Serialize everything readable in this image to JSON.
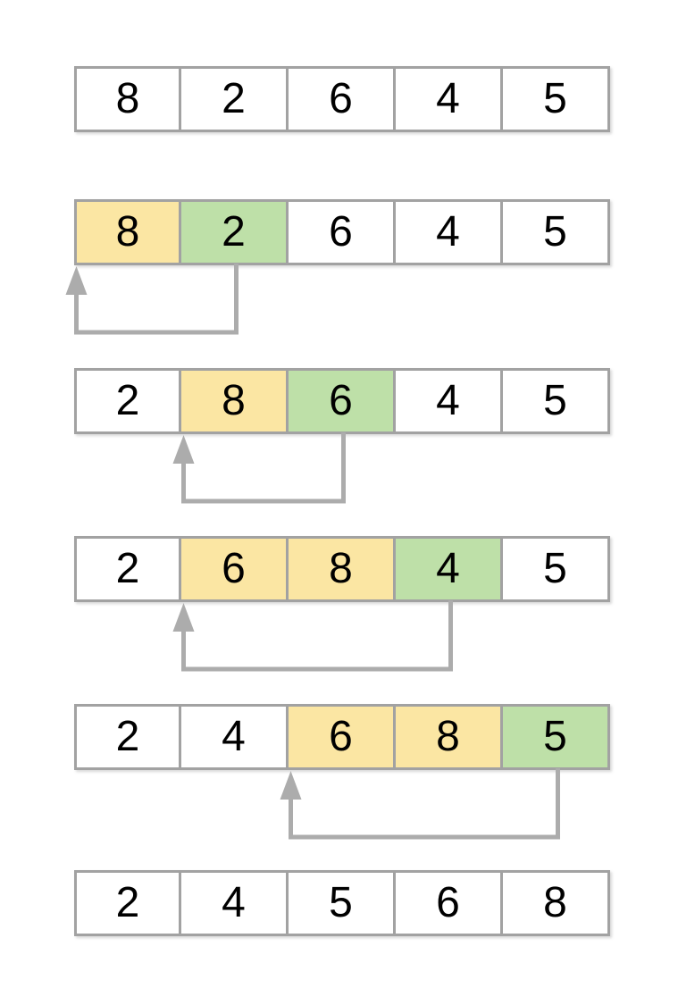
{
  "diagram": {
    "type": "insertion-sort-steps",
    "background": "#ffffff",
    "colors": {
      "cell_default": "#ffffff",
      "cell_shifted": "#fbe6a3",
      "cell_key": "#bee0a8",
      "border": "#a2a2a2",
      "arrow": "#acacac",
      "text": "#000000"
    },
    "rows": [
      {
        "values": [
          "8",
          "2",
          "6",
          "4",
          "5"
        ],
        "highlights": [
          null,
          null,
          null,
          null,
          null
        ],
        "arrow": null
      },
      {
        "values": [
          "8",
          "2",
          "6",
          "4",
          "5"
        ],
        "highlights": [
          "shifted",
          "key",
          null,
          null,
          null
        ],
        "arrow": {
          "from_index": 1,
          "to_index": 0
        }
      },
      {
        "values": [
          "2",
          "8",
          "6",
          "4",
          "5"
        ],
        "highlights": [
          null,
          "shifted",
          "key",
          null,
          null
        ],
        "arrow": {
          "from_index": 2,
          "to_index": 1
        }
      },
      {
        "values": [
          "2",
          "6",
          "8",
          "4",
          "5"
        ],
        "highlights": [
          null,
          "shifted",
          "shifted",
          "key",
          null
        ],
        "arrow": {
          "from_index": 3,
          "to_index": 1
        }
      },
      {
        "values": [
          "2",
          "4",
          "6",
          "8",
          "5"
        ],
        "highlights": [
          null,
          null,
          "shifted",
          "shifted",
          "key"
        ],
        "arrow": {
          "from_index": 4,
          "to_index": 2
        }
      },
      {
        "values": [
          "2",
          "4",
          "5",
          "6",
          "8"
        ],
        "highlights": [
          null,
          null,
          null,
          null,
          null
        ],
        "arrow": null
      }
    ]
  }
}
